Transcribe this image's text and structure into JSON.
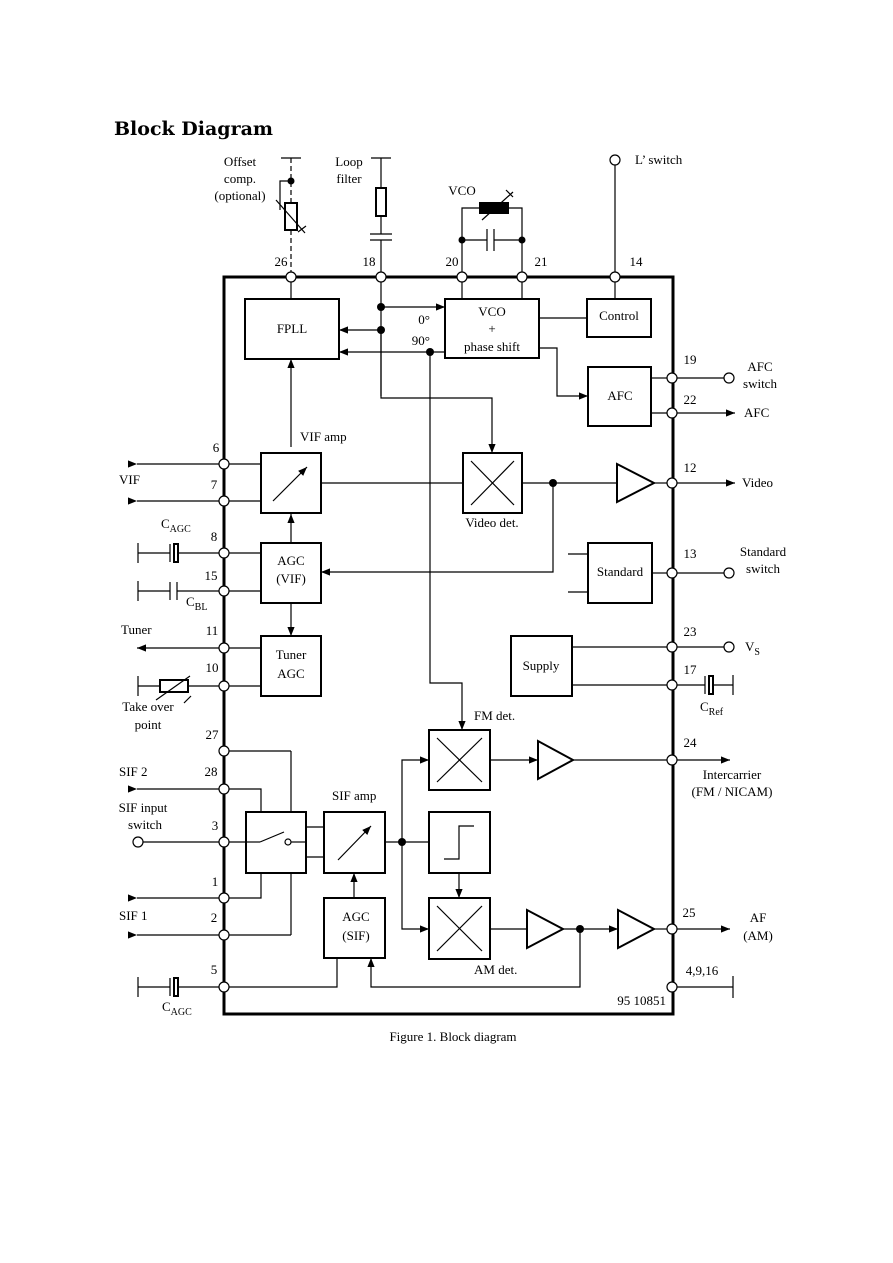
{
  "heading": "Block Diagram",
  "caption": "Figure 1.  Block diagram",
  "code": "95 10851",
  "blocks": {
    "fpll": "FPLL",
    "vco_l1": "VCO",
    "vco_l2": "+",
    "vco_l3": "phase shift",
    "control": "Control",
    "afc": "AFC",
    "standard": "Standard",
    "agc_vif_l1": "AGC",
    "agc_vif_l2": "(VIF)",
    "tuner_agc_l1": "Tuner",
    "tuner_agc_l2": "AGC",
    "supply": "Supply",
    "agc_sif_l1": "AGC",
    "agc_sif_l2": "(SIF)"
  },
  "labels": {
    "offset_l1": "Offset",
    "offset_l2": "comp.",
    "offset_l3": "(optional)",
    "loop_l1": "Loop",
    "loop_l2": "filter",
    "vco_ext": "VCO",
    "lswitch": "L’ switch",
    "deg0": "0°",
    "deg90": "90°",
    "vif_amp": "VIF amp",
    "video_det": "Video det.",
    "fm_det": "FM det.",
    "sif_amp": "SIF amp",
    "am_det": "AM det.",
    "vif": "VIF",
    "cagc_top": "C",
    "cagc_top_sub": "AGC",
    "cbl": "C",
    "cbl_sub": "BL",
    "tuner": "Tuner",
    "takeover_l1": "Take over",
    "takeover_l2": "point",
    "sif2": "SIF 2",
    "sifinput_l1": "SIF input",
    "sifinput_l2": "switch",
    "sif1": "SIF 1",
    "cagc_bot": "C",
    "cagc_bot_sub": "AGC",
    "afcswitch_l1": "AFC",
    "afcswitch_l2": "switch",
    "afc_out": "AFC",
    "video_out": "Video",
    "stdswitch_l1": "Standard",
    "stdswitch_l2": "switch",
    "vs": "V",
    "vs_sub": "S",
    "cref": "C",
    "cref_sub": "Ref",
    "inter_l1": "Intercarrier",
    "inter_l2": "(FM / NICAM)",
    "af_l1": "AF",
    "af_l2": "(AM)"
  },
  "pins": {
    "p26": "26",
    "p18": "18",
    "p20": "20",
    "p21": "21",
    "p14": "14",
    "p6": "6",
    "p7": "7",
    "p8": "8",
    "p15": "15",
    "p11": "11",
    "p10": "10",
    "p27": "27",
    "p28": "28",
    "p3": "3",
    "p1": "1",
    "p2": "2",
    "p5": "5",
    "p19": "19",
    "p22": "22",
    "p12": "12",
    "p13": "13",
    "p23": "23",
    "p17": "17",
    "p24": "24",
    "p25": "25",
    "p4916": "4,9,16"
  }
}
